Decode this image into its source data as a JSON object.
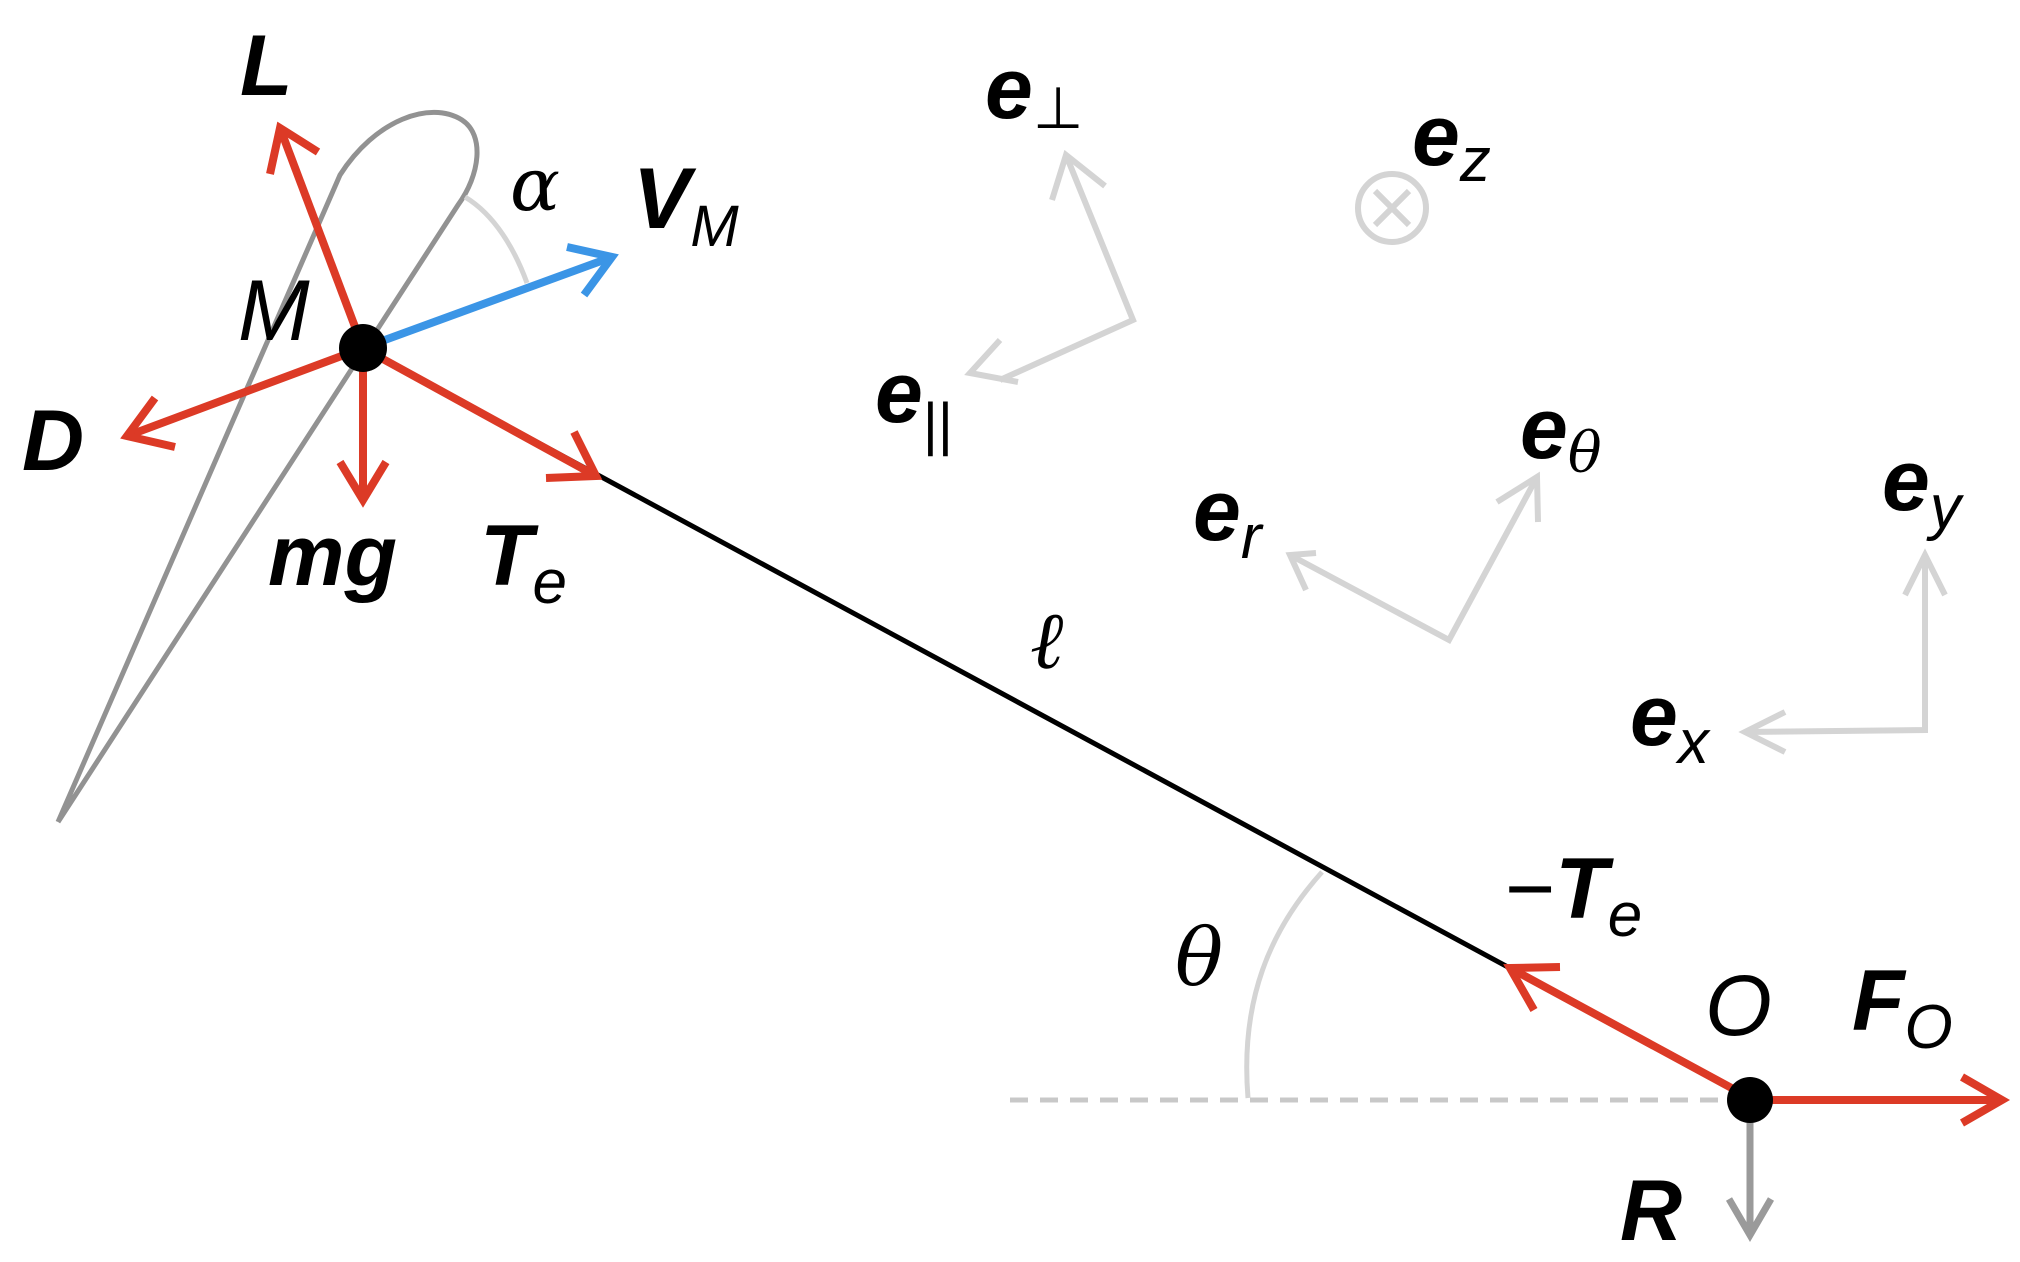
{
  "colors": {
    "force": "#dc3a26",
    "velocity": "#3b95e6",
    "airfoil": "#929292",
    "basis": "#d4d4d4",
    "tether": "#000000",
    "reaction": "#9a9a9a"
  },
  "labels": {
    "lift": "L",
    "drag": "D",
    "weight": "mg",
    "tension_main": "T",
    "tension_sub": "e",
    "velocity_main": "V",
    "velocity_sub": "M",
    "point_m": "M",
    "point_o": "O",
    "alpha": "α",
    "theta": "θ",
    "length": "ℓ",
    "neg_tension_sign": "−",
    "ground_force_main": "F",
    "ground_force_sub": "O",
    "reaction": "R"
  },
  "basis": {
    "e_perp_main": "e",
    "e_perp_sub": "⊥",
    "e_par_main": "e",
    "e_par_sub": "||",
    "e_z_main": "e",
    "e_z_sub": "z",
    "e_z_icon": "⊗",
    "e_theta_main": "e",
    "e_theta_sub": "θ",
    "e_r_main": "e",
    "e_r_sub": "r",
    "e_y_main": "e",
    "e_y_sub": "y",
    "e_x_main": "e",
    "e_x_sub": "x"
  }
}
